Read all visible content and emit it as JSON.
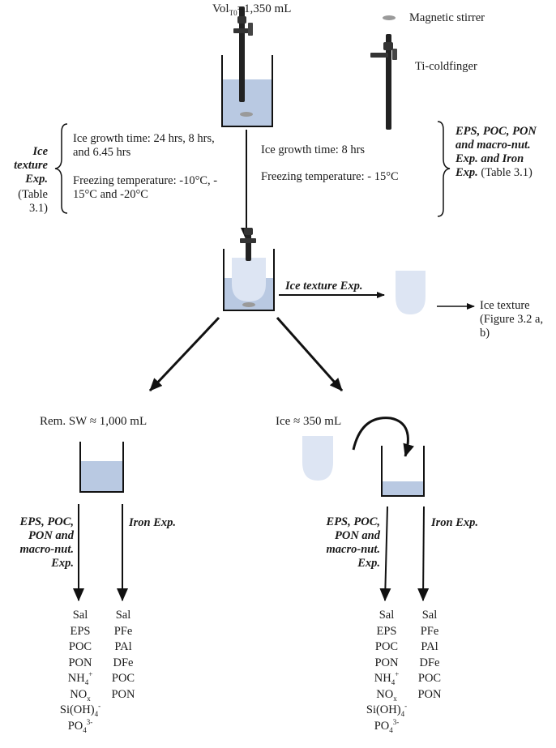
{
  "top": {
    "vol_prefix": "Vol",
    "vol_sub": "T0",
    "vol_value": "=1,350 mL"
  },
  "legend": {
    "stirrer": "Magnetic stirrer",
    "coldfinger": "Ti-coldfinger"
  },
  "conditions_left": {
    "growth": "Ice growth time: 24 hrs, 8 hrs, and 6.45 hrs",
    "temperature": "Freezing temperature: -10°C, - 15°C and -20°C"
  },
  "conditions_center": {
    "growth": "Ice growth time: 8 hrs",
    "temperature": "Freezing temperature: - 15°C"
  },
  "ice_texture_exp_label": {
    "line1": "Ice",
    "line2": "texture",
    "line3": "Exp.",
    "ref1": "(Table",
    "ref2": "3.1)"
  },
  "right_exp_label": {
    "line1": "EPS, POC, PON",
    "line2": "and macro-nut.",
    "line3_bold": "Exp. and Iron",
    "line4_bold": "Exp.",
    "ref": " (Table 3.1)"
  },
  "ice_texture_arrow_label": "Ice texture Exp.",
  "ice_texture_result": {
    "line1": "Ice texture",
    "line2": "(Figure 3.2 a,",
    "line3": "b)"
  },
  "remaining_sw": "Rem. SW ≈ 1,000 mL",
  "ice_volume": "Ice ≈ 350 mL",
  "branch_label_eps": {
    "line1": "EPS, POC,",
    "line2": "PON and",
    "line3": "macro-nut.",
    "line4": "Exp."
  },
  "branch_label_iron": "Iron Exp.",
  "eps_params": [
    "Sal",
    "EPS",
    "POC",
    "PON",
    "NH4+",
    "NOx",
    "Si(OH)4-",
    "PO43-"
  ],
  "iron_params": [
    "Sal",
    "PFe",
    "PAl",
    "DFe",
    "POC",
    "PON"
  ],
  "colors": {
    "seawater": "#b9c9e2",
    "ice": "#dde5f3",
    "line": "#111111"
  }
}
